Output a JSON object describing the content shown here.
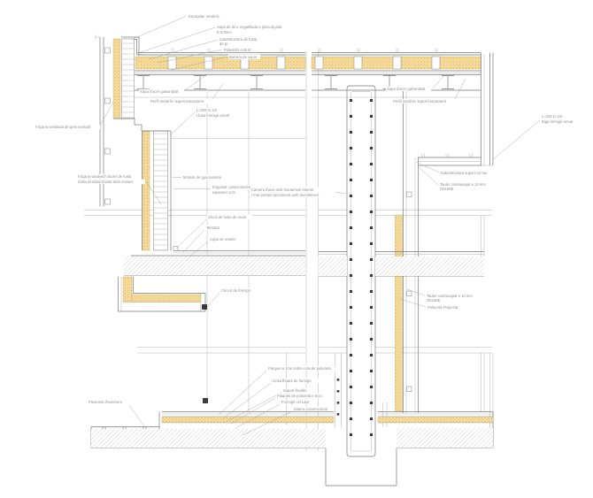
{
  "drawing": {
    "colors": {
      "background": "#ffffff",
      "line_primary": "#7a7a7a",
      "line_light": "#b2b2b2",
      "leader": "#9a9a9a",
      "text": "#8f8f8f",
      "insulation_fill": "#f6dd9e",
      "insulation_dot": "#d0a64a",
      "concrete_hatch": "#c5c5c5",
      "marker_black": "#3a3a3a"
    },
    "labels": {
      "escopidor": "Escopidor metàl·lic",
      "zinc1": "Xapa de Zinc engatillada a junta alçada",
      "zinc2": "E:0,8mm",
      "subfusta1": "Subestructura de fusta",
      "subfusta2": "de pi",
      "poliestire": "Poliestirè extruït",
      "barrera": "Barrera de vapor",
      "xapa_esq": "Xapa d'acer galvanitzat",
      "perfil_esq": "Perfil metàl·lic suport tancament",
      "llosa_esq1": "L=326 to 1m",
      "llosa_esq2": "Llosa formigó armat",
      "fac_vent": "Façana ventilada de gres extrudit",
      "sand1": "Façana sandwich tauler de fusta",
      "sand2": "d'alta densitat tractat amb resines",
      "moduls": "Mòduls de guix laminat",
      "engu1": "Enguixat i pintat interior",
      "engu2": "espessor 1cm",
      "cam1": "Càmera d'aire amb tractament interior",
      "cam2": "i mur portant tancament amb revestiment",
      "socol": "Sòcol de fusta de roure",
      "terratzo": "Terratzo",
      "morter": "Capa de morter",
      "cercol": "Cèrcol de formigó",
      "xapa_dre": "Xapa d'acer galvanitzat",
      "perfil_dre": "Perfil metàl·lic suport tancament",
      "biga1": "L=326 to 1m",
      "biga2": "Biga formigó armat",
      "celras": "Subestructura suport cel ras",
      "tauler_a1": "Tauler contraxapat e 10 mm",
      "tauler_a2": "OKUME",
      "tauler_b1": "Tauler contraxapat e 10 mm",
      "tauler_b2": "OKUME",
      "poliureta": "Poliuretà Projectat",
      "parquet": "Parquet e 2cm sobre cola de poliuretà",
      "llosa_flot": "Llosa flotant de formigó",
      "suport": "Suport flexible",
      "plaques": "Plaques de poliuretà e 5cm",
      "fcell": "Formigó cel·lular",
      "solera": "Solera convencional",
      "paviment": "Paviment d'exteriors"
    }
  }
}
